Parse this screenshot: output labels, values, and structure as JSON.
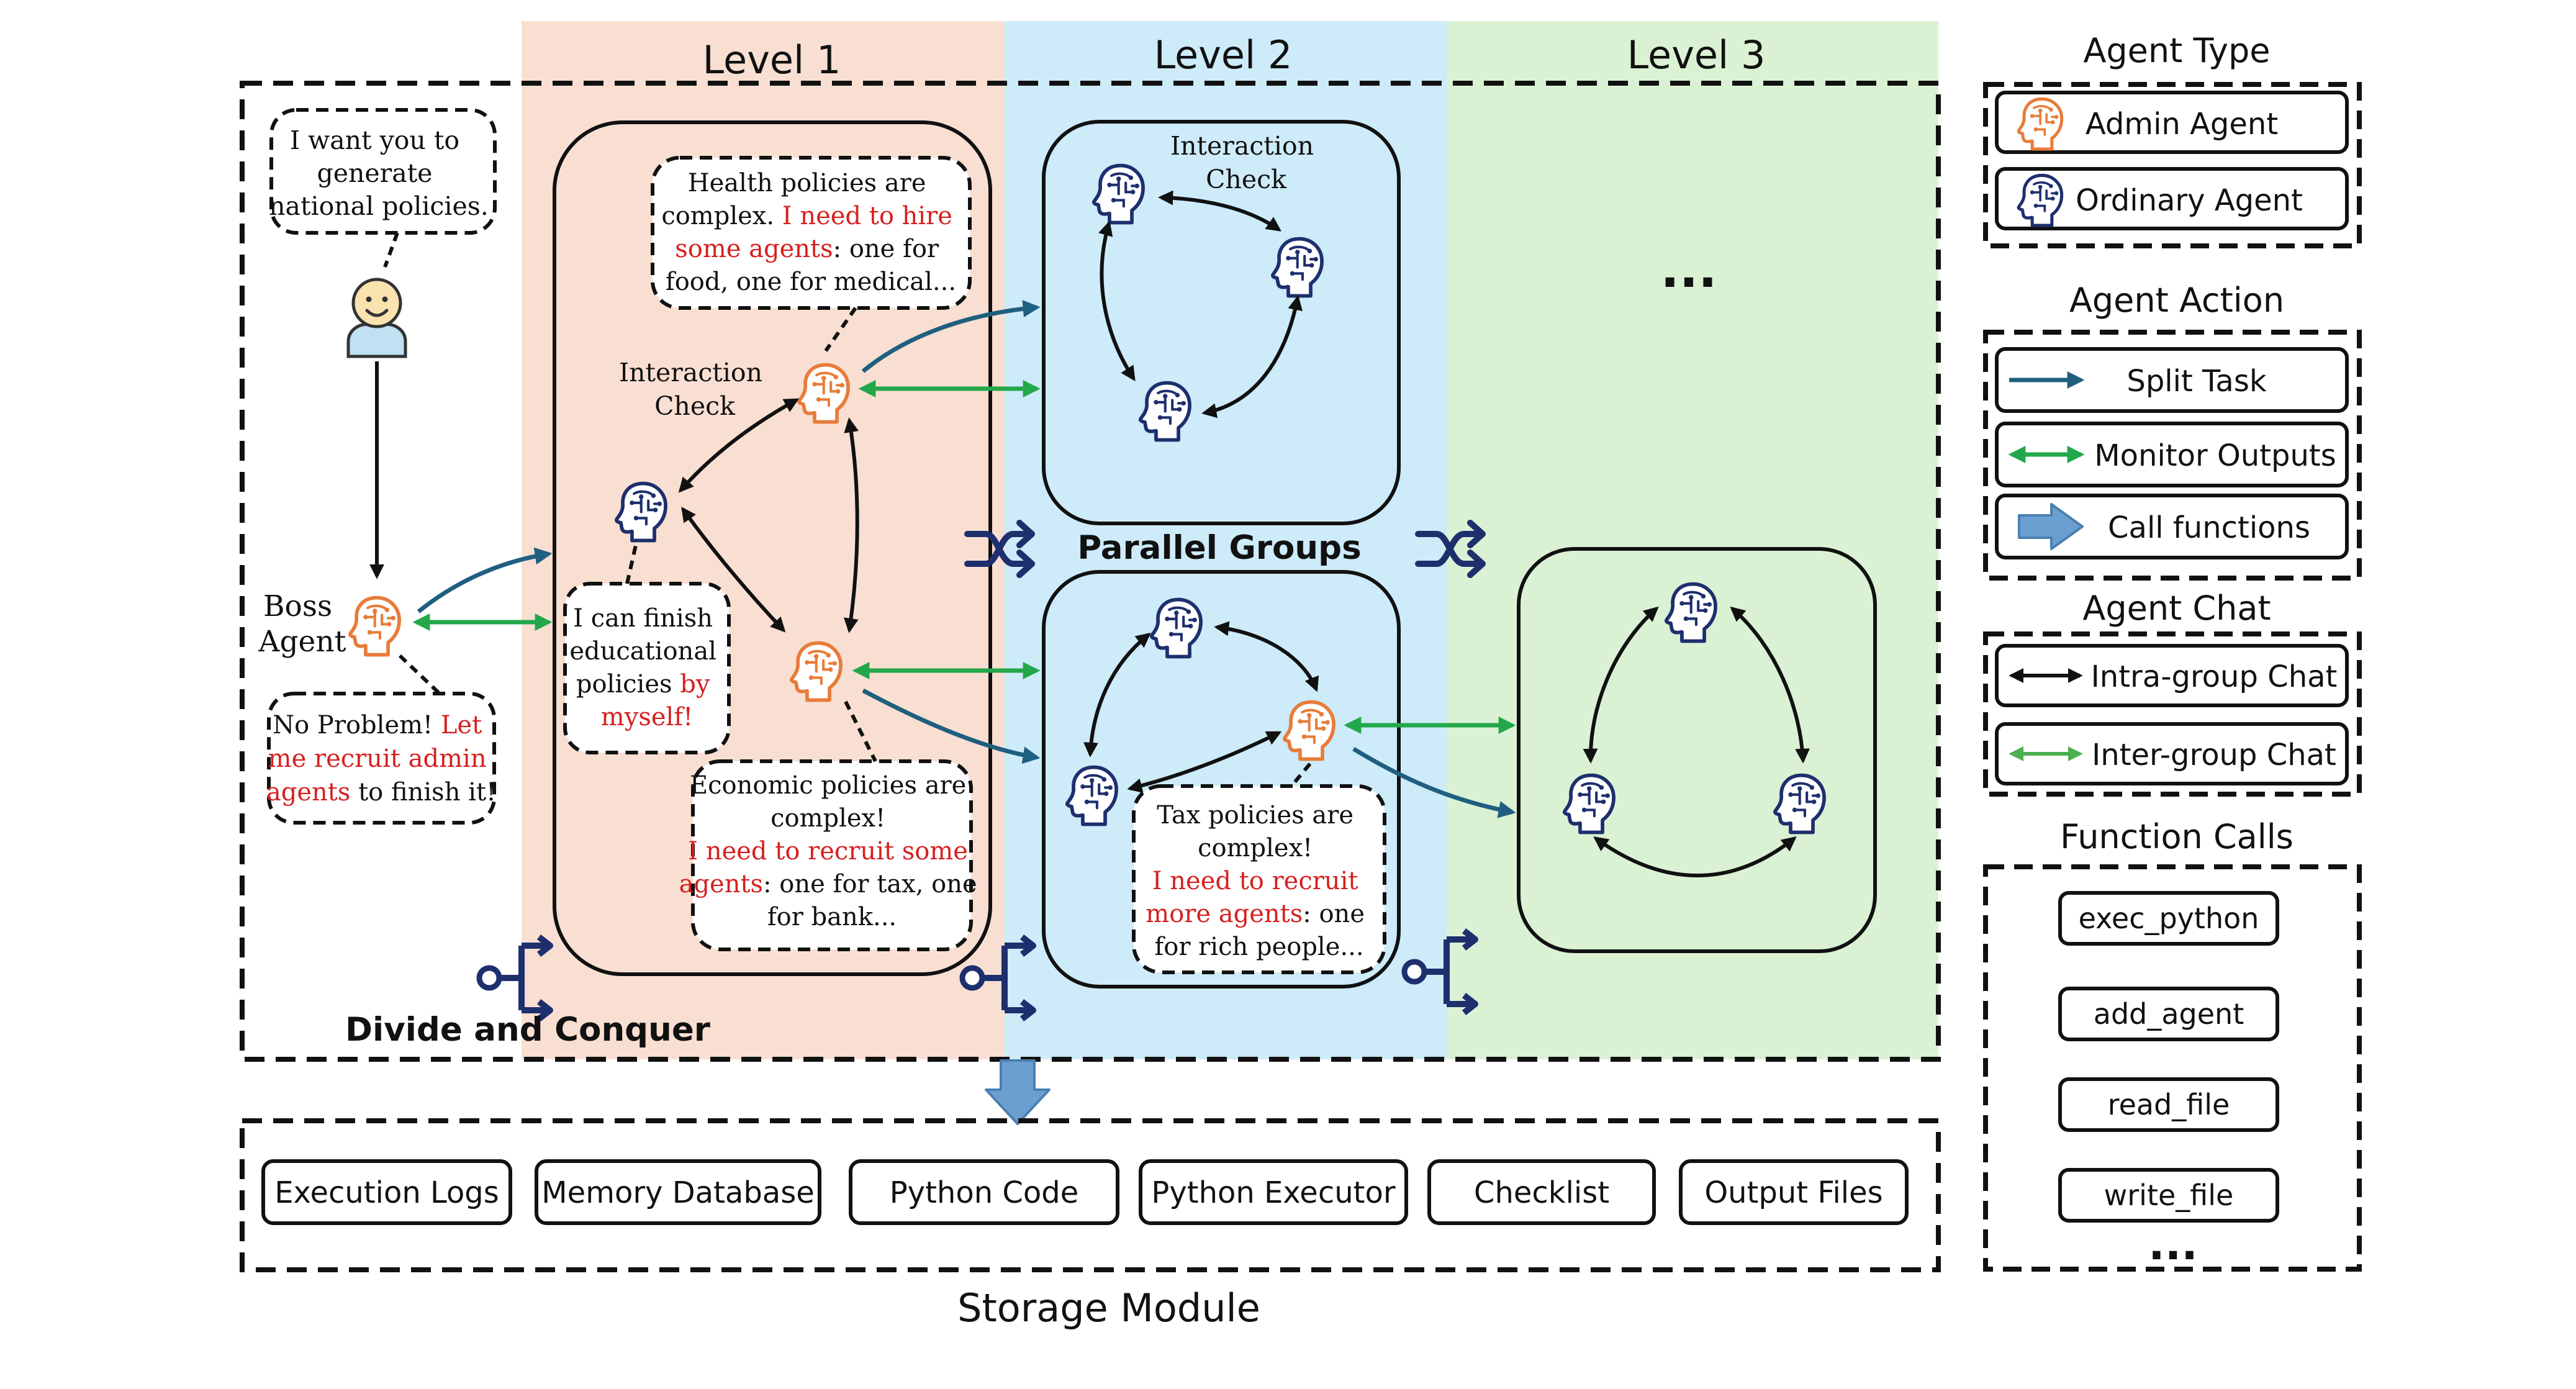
{
  "levels": {
    "level1": "Level 1",
    "level2": "Level 2",
    "level3": "Level 3",
    "level3_ellipsis": "..."
  },
  "user_bubble": [
    "I want you to",
    "generate",
    "national policies."
  ],
  "boss_agent": [
    "Boss",
    "Agent"
  ],
  "boss_bubble": [
    [
      {
        "t": "No Problem! ",
        "red": false
      },
      {
        "t": "Let",
        "red": true
      }
    ],
    [
      {
        "t": "me recruit admin",
        "red": true
      }
    ],
    [
      {
        "t": "agents",
        "red": true
      },
      {
        "t": " to finish it!",
        "red": false
      }
    ]
  ],
  "health_bubble": [
    [
      {
        "t": "Health policies are",
        "red": false
      }
    ],
    [
      {
        "t": "complex. ",
        "red": false
      },
      {
        "t": "I need to hire",
        "red": true
      }
    ],
    [
      {
        "t": "some agents",
        "red": true
      },
      {
        "t": ": one for",
        "red": false
      }
    ],
    [
      {
        "t": "food, one for medical...",
        "red": false
      }
    ]
  ],
  "educational_bubble": [
    [
      {
        "t": "I can finish",
        "red": false
      }
    ],
    [
      {
        "t": "educational",
        "red": false
      }
    ],
    [
      {
        "t": "policies ",
        "red": false
      },
      {
        "t": "by",
        "red": true
      }
    ],
    [
      {
        "t": "myself!",
        "red": true
      }
    ]
  ],
  "economic_bubble": [
    [
      {
        "t": "Economic policies are",
        "red": false
      }
    ],
    [
      {
        "t": "complex!",
        "red": false
      }
    ],
    [
      {
        "t": "I need to recruit some",
        "red": true
      }
    ],
    [
      {
        "t": "agents",
        "red": true
      },
      {
        "t": ": one for tax, one",
        "red": false
      }
    ],
    [
      {
        "t": "for bank...",
        "red": false
      }
    ]
  ],
  "tax_bubble": [
    [
      {
        "t": "Tax policies are",
        "red": false
      }
    ],
    [
      {
        "t": "complex!",
        "red": false
      }
    ],
    [
      {
        "t": "I need to recruit",
        "red": true
      }
    ],
    [
      {
        "t": "more agents",
        "red": true
      },
      {
        "t": ": one",
        "red": false
      }
    ],
    [
      {
        "t": "for rich people...",
        "red": false
      }
    ]
  ],
  "interaction_check_l1": [
    "Interaction",
    "Check"
  ],
  "interaction_check_l2": [
    "Interaction",
    "Check"
  ],
  "parallel_groups": "Parallel Groups",
  "divide_and_conquer": "Divide and Conquer",
  "storage": {
    "title": "Storage Module",
    "items": [
      "Execution Logs",
      "Memory Database",
      "Python Code",
      "Python Executor",
      "Checklist",
      "Output Files"
    ]
  },
  "legend": {
    "agent_type": {
      "title": "Agent Type",
      "admin": "Admin Agent",
      "ordinary": "Ordinary Agent"
    },
    "agent_action": {
      "title": "Agent Action",
      "split": "Split Task",
      "monitor": "Monitor Outputs",
      "call": "Call functions"
    },
    "agent_chat": {
      "title": "Agent Chat",
      "intra": "Intra-group Chat",
      "inter": "Inter-group Chat"
    },
    "function_calls": {
      "title": "Function Calls",
      "items": [
        "exec_python",
        "add_agent",
        "read_file",
        "write_file"
      ],
      "ellipsis": "..."
    }
  },
  "colors": {
    "level1_bg": "#f9dfd2",
    "level2_bg": "#cdebf8",
    "level3_bg": "#daf2d3",
    "admin_orange": "#e87c3a",
    "ordinary_navy": "#1e2f6e",
    "split_blue": "#1f5f7f",
    "monitor_green": "#22a84a",
    "inter_green": "#4caf50",
    "text_red": "#d62020",
    "call_arrow": "#6a9fd0"
  }
}
